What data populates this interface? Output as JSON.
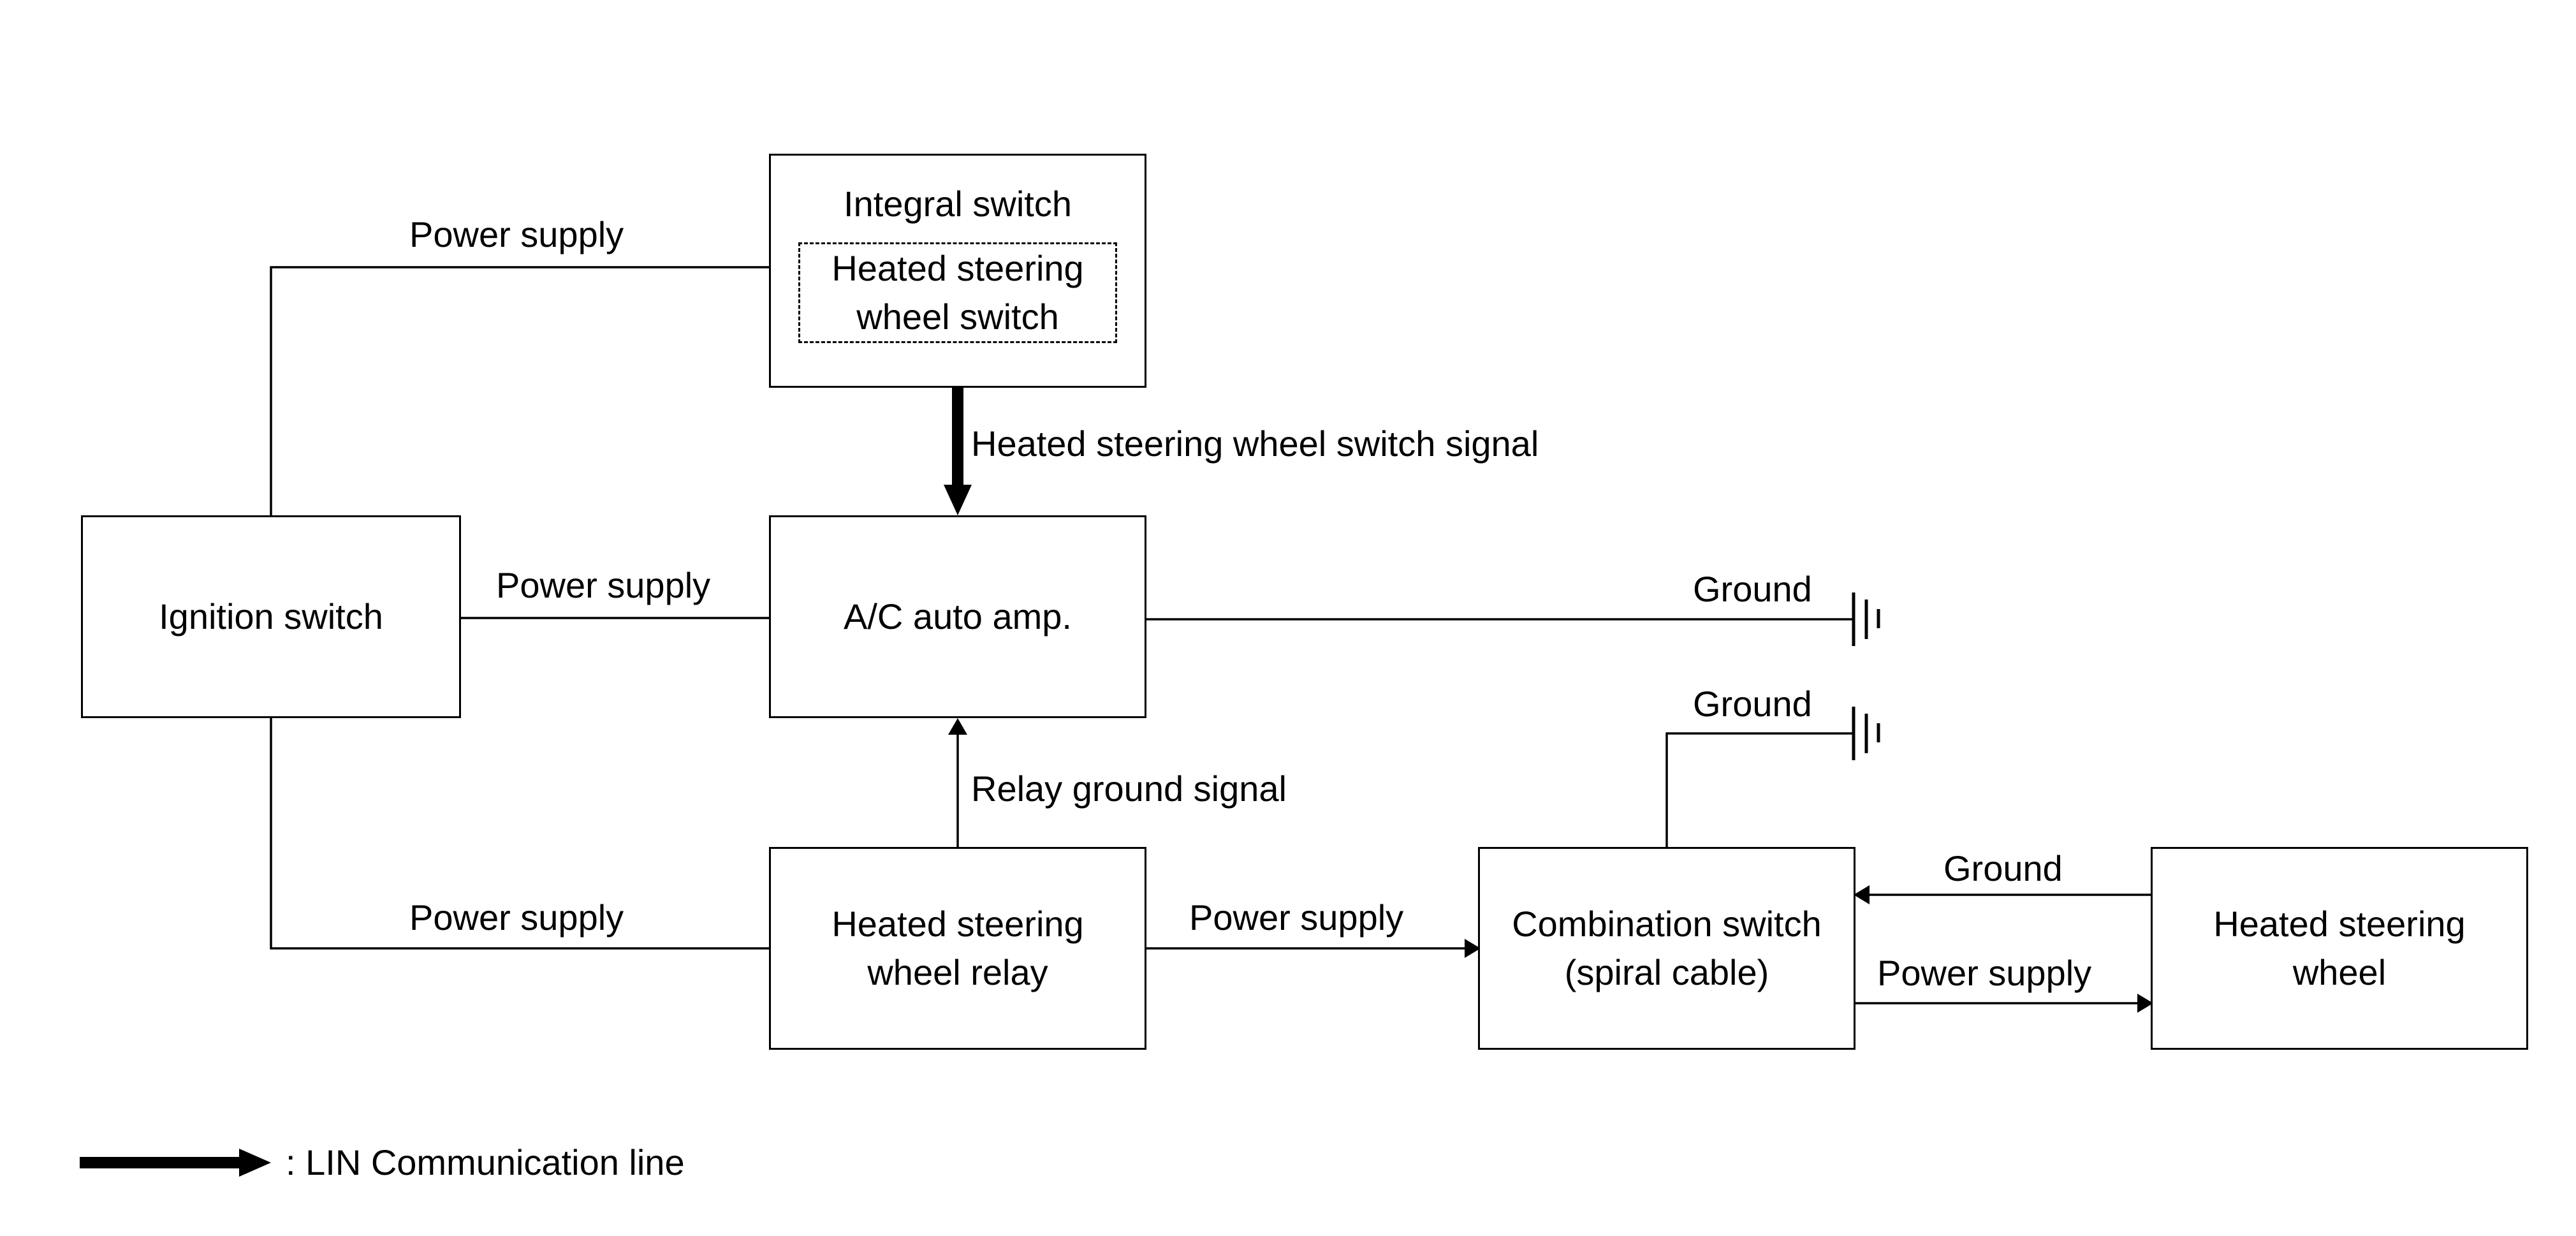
{
  "blocks": {
    "integral_switch": "Integral switch",
    "heated_steering_wheel_switch": "Heated steering\nwheel switch",
    "ignition_switch": "Ignition switch",
    "ac_auto_amp": "A/C auto amp.",
    "heated_steering_wheel_relay": "Heated steering\nwheel relay",
    "combination_switch": "Combination switch\n(spiral cable)",
    "heated_steering_wheel": "Heated steering\nwheel"
  },
  "connections": {
    "ign_to_integral": "Power supply",
    "ign_to_ac_amp": "Power supply",
    "ign_to_relay": "Power supply",
    "switch_signal": "Heated steering wheel switch signal",
    "relay_ground_signal": "Relay ground signal",
    "relay_to_combination": "Power supply",
    "ac_amp_ground": "Ground",
    "combination_ground": "Ground",
    "wheel_to_combination_ground": "Ground",
    "combination_to_wheel_power": "Power supply"
  },
  "legend": {
    "lin_line": ": LIN Communication line"
  }
}
